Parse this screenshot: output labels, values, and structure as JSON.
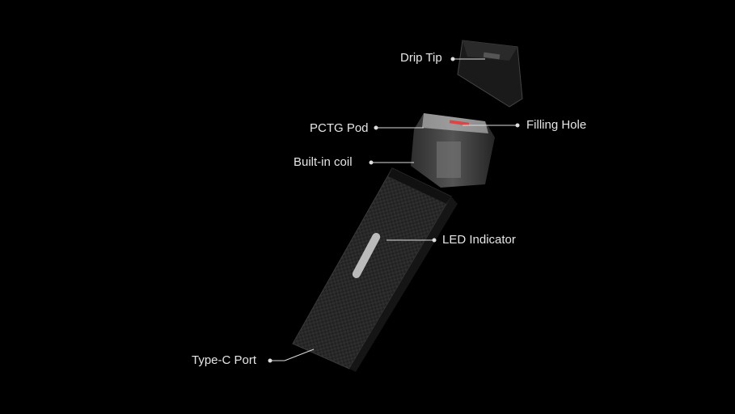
{
  "labels": {
    "drip_tip": "Drip Tip",
    "pctg_pod": "PCTG Pod",
    "filling_hole": "Filling Hole",
    "built_in_coil": "Built-in coil",
    "led_indicator": "LED Indicator",
    "type_c_port": "Type-C Port"
  },
  "colors": {
    "background": "#000000",
    "label": "#e6e6e6",
    "body": "#2a2a2a"
  }
}
